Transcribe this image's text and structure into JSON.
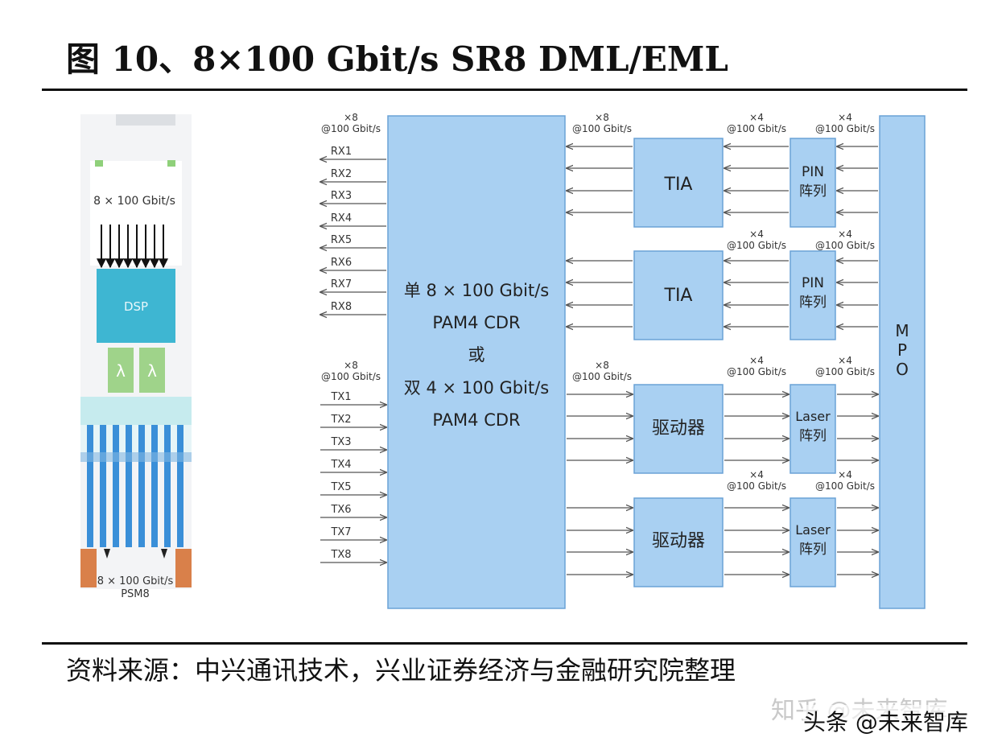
{
  "figure": {
    "title": "图 10、8×100 Gbit/s SR8 DML/EML",
    "source": "资料来源：中兴通讯技术，兴业证券经济与金融研究院整理",
    "watermark_primary": "知乎 @未来智库",
    "watermark_secondary": "头条 @未来智库"
  },
  "module": {
    "top_label": "8 × 100 Gbit/s",
    "dsp_label": "DSP",
    "lambda_glyph": "λ",
    "bottom_label_1": "8 × 100 Gbit/s",
    "bottom_label_2": "PSM8"
  },
  "diagram": {
    "rx_labels": [
      "RX1",
      "RX2",
      "RX3",
      "RX4",
      "RX5",
      "RX6",
      "RX7",
      "RX8"
    ],
    "tx_labels": [
      "TX1",
      "TX2",
      "TX3",
      "TX4",
      "TX5",
      "TX6",
      "TX7",
      "TX8"
    ],
    "mult_x8": "×8",
    "mult_x4": "×4",
    "rate": "@100 Gbit/s",
    "cdr_line1": "单 8 × 100 Gbit/s",
    "cdr_line2": "PAM4 CDR",
    "cdr_line3": "或",
    "cdr_line4": "双 4 × 100 Gbit/s",
    "cdr_line5": "PAM4 CDR",
    "tia": "TIA",
    "pin_1": "PIN",
    "pin_2": "阵列",
    "driver": "驱动器",
    "laser_1": "Laser",
    "laser_2": "阵列",
    "mpo_1": "M",
    "mpo_2": "P",
    "mpo_3": "O"
  },
  "colors": {
    "block_fill": "#a9d0f2",
    "block_stroke": "#6aa2d6",
    "dsp": "#3eb6d2",
    "lambda": "#9fd38a",
    "fiber": "#3a8fd8",
    "connector": "#d9804a"
  }
}
